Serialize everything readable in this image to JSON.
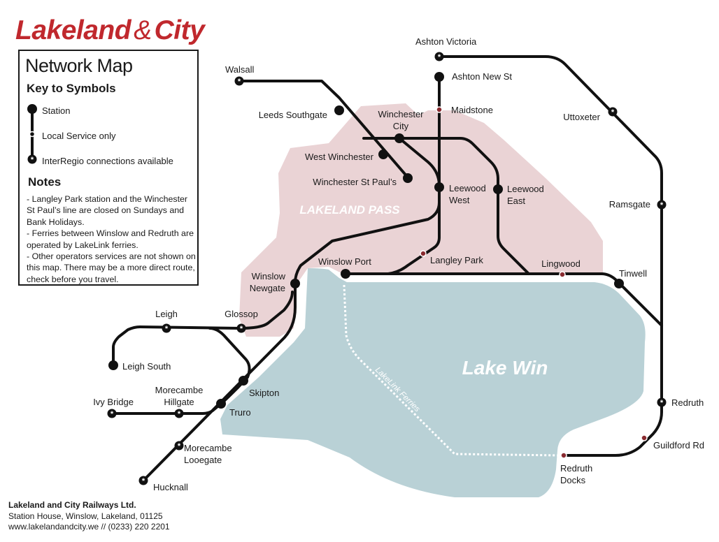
{
  "brand": {
    "part1": "Lakeland",
    "amp": "&",
    "part2": "City"
  },
  "key": {
    "title": "Network Map",
    "subtitle": "Key to Symbols",
    "items": [
      {
        "label": "Station",
        "symbol": "station"
      },
      {
        "label": "Local Service only",
        "symbol": "local"
      },
      {
        "label": "InterRegio connections available",
        "symbol": "interregio"
      }
    ],
    "notes_title": "Notes",
    "notes": [
      "- Langley Park station and the Winchester St Paul’s line are closed on Sundays and Bank Holidays.",
      "- Ferries between Winslow and Redruth are operated by LakeLink ferries.",
      "- Other operators services are not shown on this map. There may be a more direct route, check before you travel."
    ]
  },
  "areas": {
    "lakeland_pass": "LAKELAND PASS",
    "lake": "Lake Win",
    "ferry": "LakeLink Ferries"
  },
  "stations": [
    {
      "id": "ashton-victoria",
      "label": [
        "Ashton Victoria"
      ],
      "symbol": "interregio"
    },
    {
      "id": "ashton-new-st",
      "label": [
        "Ashton New St"
      ],
      "symbol": "station"
    },
    {
      "id": "maidstone",
      "label": [
        "Maidstone"
      ],
      "symbol": "local"
    },
    {
      "id": "walsall",
      "label": [
        "Walsall"
      ],
      "symbol": "interregio"
    },
    {
      "id": "leeds-southgate",
      "label": [
        "Leeds Southgate"
      ],
      "symbol": "station"
    },
    {
      "id": "winchester-city",
      "label": [
        "Winchester",
        "City"
      ],
      "symbol": "station"
    },
    {
      "id": "west-winchester",
      "label": [
        "West Winchester"
      ],
      "symbol": "station"
    },
    {
      "id": "winchester-st-pauls",
      "label": [
        "Winchester St Paul’s"
      ],
      "symbol": "station"
    },
    {
      "id": "uttoxeter",
      "label": [
        "Uttoxeter"
      ],
      "symbol": "interregio"
    },
    {
      "id": "leewood-west",
      "label": [
        "Leewood",
        "West"
      ],
      "symbol": "station"
    },
    {
      "id": "leewood-east",
      "label": [
        "Leewood",
        "East"
      ],
      "symbol": "station"
    },
    {
      "id": "ramsgate",
      "label": [
        "Ramsgate"
      ],
      "symbol": "interregio"
    },
    {
      "id": "langley-park",
      "label": [
        "Langley Park"
      ],
      "symbol": "local"
    },
    {
      "id": "winslow-port",
      "label": [
        "Winslow Port"
      ],
      "symbol": "station"
    },
    {
      "id": "lingwood",
      "label": [
        "Lingwood"
      ],
      "symbol": "local"
    },
    {
      "id": "tinwell",
      "label": [
        "Tinwell"
      ],
      "symbol": "station"
    },
    {
      "id": "winslow-newgate",
      "label": [
        "Winslow",
        "Newgate"
      ],
      "symbol": "station"
    },
    {
      "id": "leigh",
      "label": [
        "Leigh"
      ],
      "symbol": "interregio"
    },
    {
      "id": "glossop",
      "label": [
        "Glossop"
      ],
      "symbol": "interregio"
    },
    {
      "id": "leigh-south",
      "label": [
        "Leigh South"
      ],
      "symbol": "station"
    },
    {
      "id": "skipton",
      "label": [
        "Skipton"
      ],
      "symbol": "station"
    },
    {
      "id": "ivy-bridge",
      "label": [
        "Ivy Bridge"
      ],
      "symbol": "interregio"
    },
    {
      "id": "morecambe-hillgate",
      "label": [
        "Morecambe",
        "Hillgate"
      ],
      "symbol": "interregio"
    },
    {
      "id": "truro",
      "label": [
        "Truro"
      ],
      "symbol": "station"
    },
    {
      "id": "morecambe-looegate",
      "label": [
        "Morecambe",
        "Looegate"
      ],
      "symbol": "interregio"
    },
    {
      "id": "hucknall",
      "label": [
        "Hucknall"
      ],
      "symbol": "interregio"
    },
    {
      "id": "redruth",
      "label": [
        "Redruth"
      ],
      "symbol": "interregio"
    },
    {
      "id": "guildford-rd",
      "label": [
        "Guildford Rd"
      ],
      "symbol": "local"
    },
    {
      "id": "redruth-docks",
      "label": [
        "Redruth",
        "Docks"
      ],
      "symbol": "local"
    }
  ],
  "footer": {
    "company": "Lakeland and City Railways Ltd.",
    "address": "Station House, Winslow, Lakeland, 01125",
    "contact": "www.lakelandandcity.we  // (0233) 220 2201"
  },
  "colors": {
    "brand": "#c0282d",
    "pass_area": "#ead3d5",
    "lake": "#b9d1d6",
    "line": "#111111",
    "local_dot": "#8a2b30",
    "white": "#ffffff"
  }
}
